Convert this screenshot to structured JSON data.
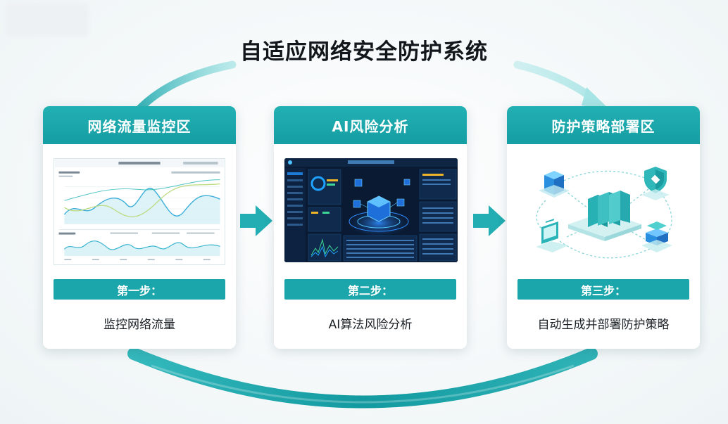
{
  "title": "自适应网络安全防护系统",
  "colors": {
    "accent": "#1aa6ab",
    "accent_light": "#5fd0d2",
    "dashboard_bg": "#0a1a33",
    "text": "#1a1f24"
  },
  "steps": [
    {
      "header": "网络流量监控区",
      "step_label": "第一步：",
      "description": "监控网络流量",
      "visual": "traffic-monitor-screenshot"
    },
    {
      "header": "AI风险分析",
      "step_label": "第二步：",
      "description": "AI算法风险分析",
      "visual": "ai-dashboard-screenshot"
    },
    {
      "header": "防护策略部署区",
      "step_label": "第三步：",
      "description": "自动生成并部署防护策略",
      "visual": "isometric-network-illustration"
    }
  ],
  "icons": [
    "arrow-right-icon",
    "cycle-arrow-icon",
    "server-icon",
    "shield-icon",
    "monitor-icon",
    "database-icon"
  ]
}
